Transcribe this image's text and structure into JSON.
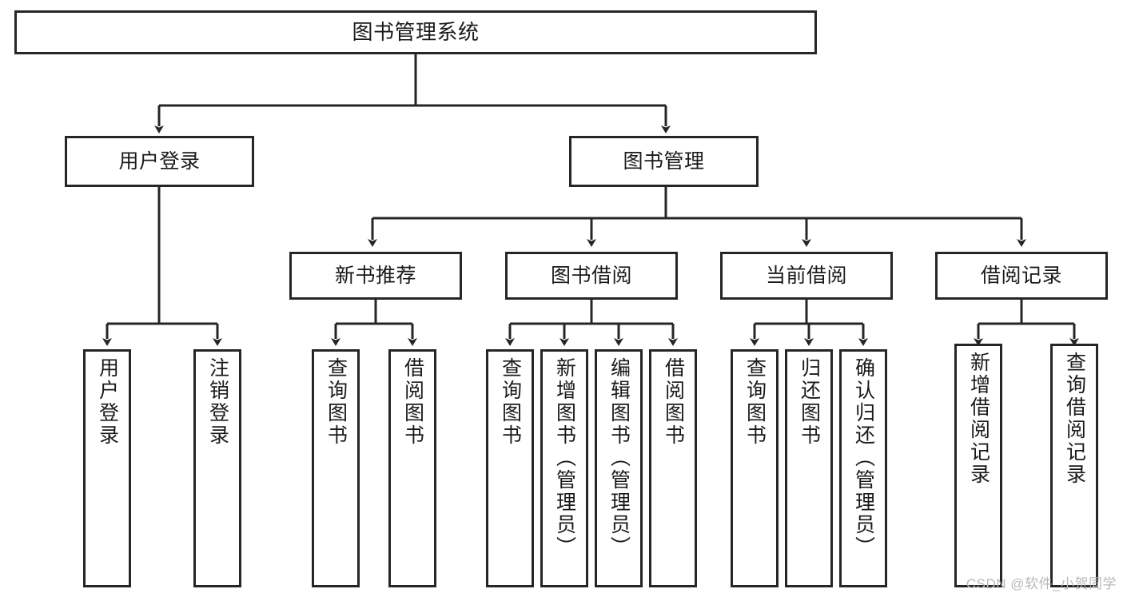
{
  "diagram": {
    "type": "tree-hierarchy",
    "title": "图书管理系统",
    "watermark": "CSDN @软件_小贺同学",
    "colors": {
      "stroke": "#262626",
      "fill": "#ffffff",
      "text": "#1a1a1a",
      "watermark": "#b9b9b9"
    },
    "root": {
      "label": "图书管理系统"
    },
    "level2": [
      {
        "label": "用户登录"
      },
      {
        "label": "图书管理"
      }
    ],
    "level3": [
      {
        "label": "新书推荐"
      },
      {
        "label": "图书借阅"
      },
      {
        "label": "当前借阅"
      },
      {
        "label": "借阅记录"
      }
    ],
    "leaves": {
      "user_login": [
        {
          "label": "用户登录"
        },
        {
          "label": "注销登录"
        }
      ],
      "new_book_recommend": [
        {
          "label": "查询图书"
        },
        {
          "label": "借阅图书"
        }
      ],
      "book_borrow": [
        {
          "label": "查询图书"
        },
        {
          "label": "新增图书（管理员）"
        },
        {
          "label": "编辑图书（管理员）"
        },
        {
          "label": "借阅图书"
        }
      ],
      "current_borrow": [
        {
          "label": "查询图书"
        },
        {
          "label": "归还图书"
        },
        {
          "label": "确认归还（管理员）"
        }
      ],
      "borrow_record": [
        {
          "label": "新增借阅记录"
        },
        {
          "label": "查询借阅记录"
        }
      ]
    }
  }
}
